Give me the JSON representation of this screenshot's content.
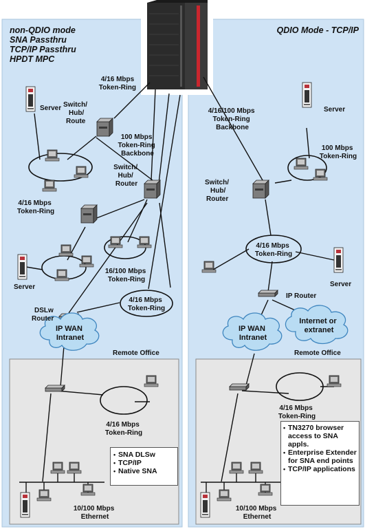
{
  "left_panel": {
    "title_lines": [
      "non-QDIO mode",
      "SNA Passthru",
      "TCP/IP Passthru",
      "HPDT MPC"
    ],
    "labels": {
      "token_ring_top": [
        "4/16 Mbps",
        "Token-Ring"
      ],
      "switch_top": [
        "Switch/",
        "Hub/",
        "Route"
      ],
      "server_top": "Server",
      "backbone": [
        "100 Mbps",
        "Token-Ring",
        "Backbone"
      ],
      "switch_mid": [
        "Switch/",
        "Hub/",
        "Router"
      ],
      "ring_left": [
        "4/16 Mbps",
        "Token-Ring"
      ],
      "ring_mid": [
        "16/100 Mbps",
        "Token-Ring"
      ],
      "server_bottom": "Server",
      "ring_oval": [
        "4/16 Mbps",
        "Token-Ring"
      ],
      "dlsw_router": [
        "DSLw",
        "Router"
      ],
      "cloud": [
        "IP WAN",
        "Intranet"
      ],
      "remote_office": "Remote Office",
      "remote_ring": [
        "4/16 Mbps",
        "Token-Ring"
      ],
      "ethernet": [
        "10/100 Mbps",
        "Ethernet"
      ]
    },
    "notes": [
      "SNA DLSw",
      "TCP/IP",
      "Native SNA"
    ]
  },
  "right_panel": {
    "title": "QDIO Mode - TCP/IP",
    "labels": {
      "backbone": [
        "4/16/100 Mbps",
        "Token-Ring",
        "Backbone"
      ],
      "server_top": "Server",
      "ring_top": [
        "100 Mbps",
        "Token-Ring"
      ],
      "switch": [
        "Switch/",
        "Hub/",
        "Router"
      ],
      "ring_oval": [
        "4/16 Mbps",
        "Token-Ring"
      ],
      "server_right": "Server",
      "ip_router": "IP Router",
      "cloud_wan": [
        "IP WAN",
        "Intranet"
      ],
      "cloud_internet": [
        "Internet or",
        "extranet"
      ],
      "remote_office": "Remote Office",
      "remote_ring": [
        "4/16 Mbps",
        "Token-Ring"
      ],
      "ethernet": [
        "10/100 Mbps",
        "Ethernet"
      ]
    },
    "notes": [
      "TN3270 browser access to SNA appls.",
      "Enterprise Extender for SNA end points",
      "TCP/IP applications"
    ]
  },
  "colors": {
    "panel_bg": "#cfe3f5",
    "remote_bg": "#e6e6e6",
    "cloud": "#b9dcf3",
    "line": "#111111",
    "mainframe": "#2b2b2b"
  }
}
